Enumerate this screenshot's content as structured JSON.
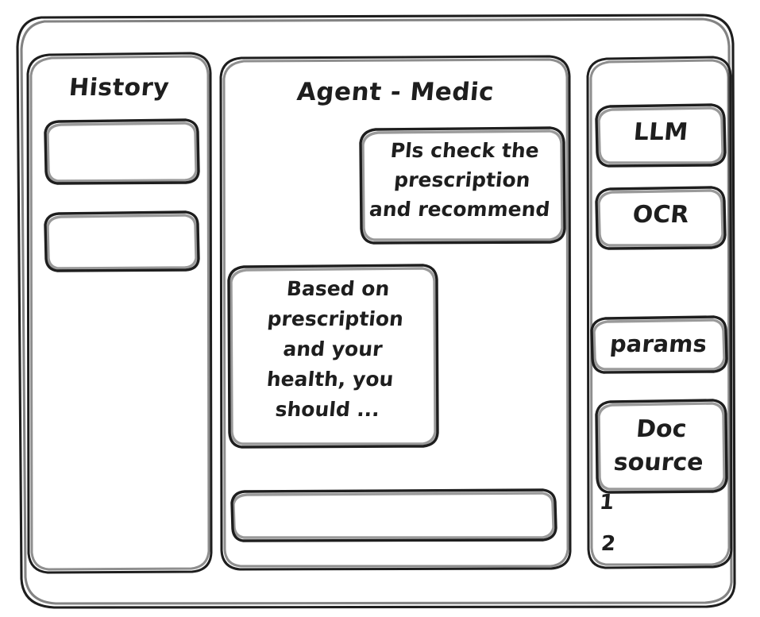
{
  "app": {
    "title": "Agent - Medic",
    "style": "hand-drawn-wireframe",
    "ink_color": "#1e1e1e",
    "background_color": "#ffffff"
  },
  "sidebar_left": {
    "title": "History",
    "items": [
      {
        "label": ""
      },
      {
        "label": ""
      }
    ]
  },
  "main": {
    "title": "Agent - Medic",
    "messages": [
      {
        "role": "user",
        "align": "right",
        "text": "Pls check the\nprescription\nand recommend"
      },
      {
        "role": "assistant",
        "align": "left",
        "text": "Based on\nprescription\nand your\nhealth, you\nshould ..."
      }
    ],
    "composer": {
      "value": "",
      "placeholder": ""
    }
  },
  "sidebar_right": {
    "buttons": [
      {
        "label": "LLM"
      },
      {
        "label": "OCR"
      },
      {
        "label": "params"
      }
    ],
    "doc_source": {
      "label": "Doc\nsource",
      "items": [
        "1",
        "2"
      ]
    }
  }
}
